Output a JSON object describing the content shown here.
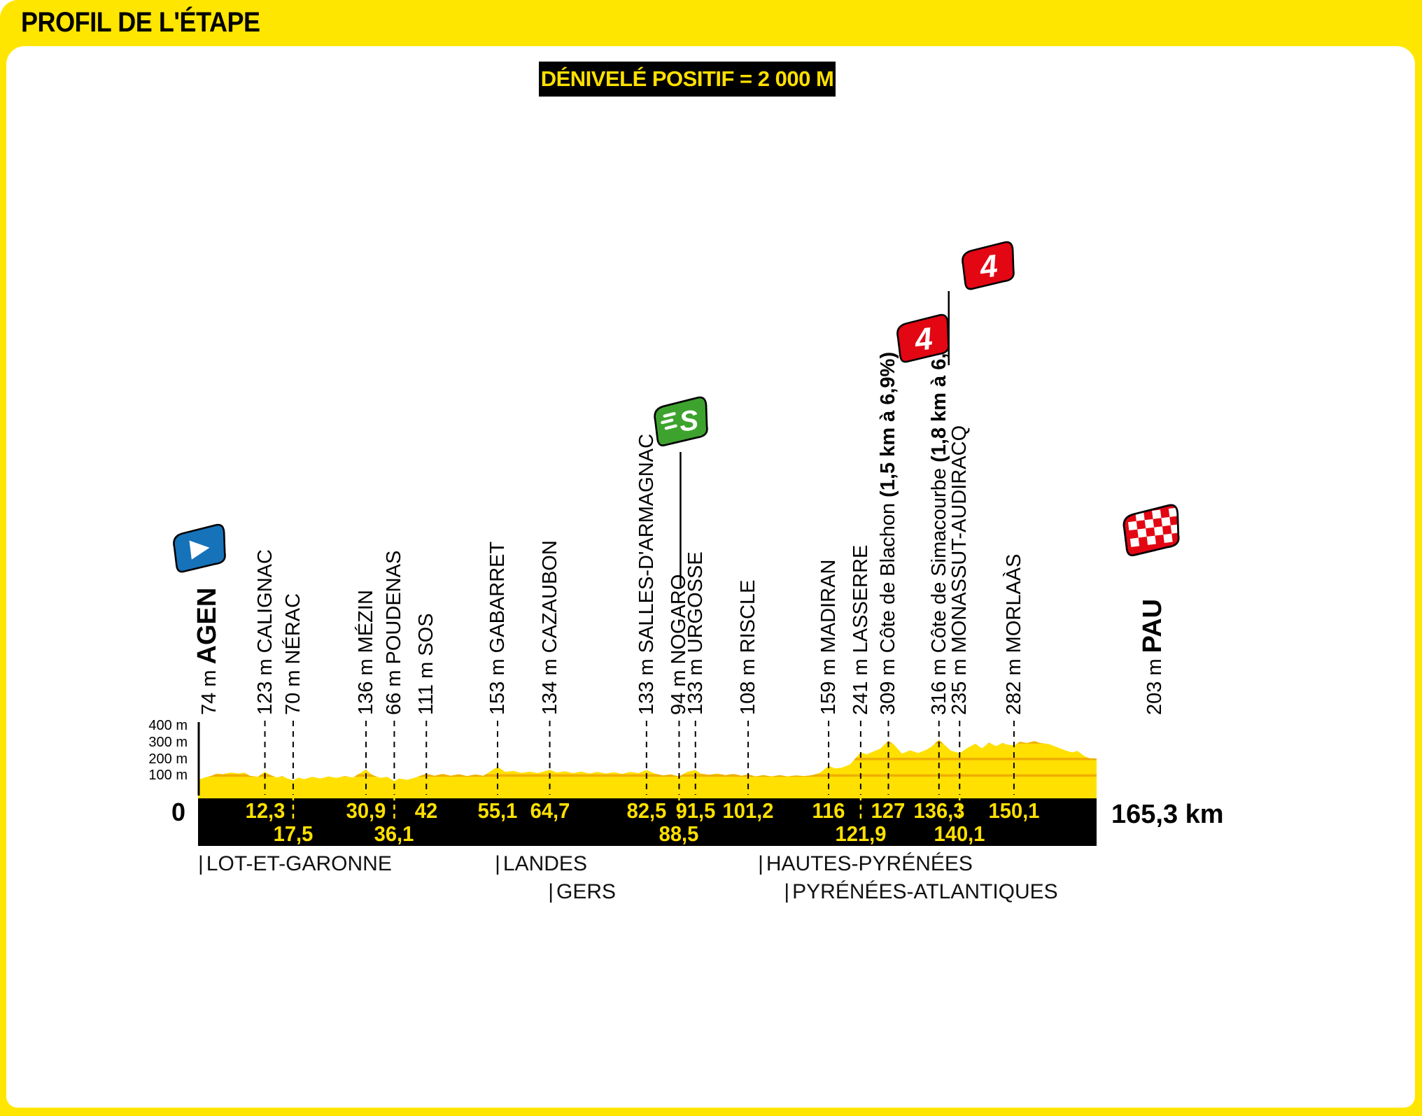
{
  "header": {
    "title": "PROFIL DE L'ÉTAPE"
  },
  "badge": {
    "text": "DÉNIVELÉ POSITIF = 2 000 M"
  },
  "icons": {
    "start_flag": "start-flag-icon (blue pennant with white play triangle)",
    "sprint_flag": "sprint-flag-icon (green pennant with white italic S and speed dashes)",
    "climb_flag": "category-4-climb-flag-icon (red pennant with white 4)",
    "finish_flag": "finish-flag-icon (red and white checkered pennant)"
  },
  "colors": {
    "frame_yellow": "#FFE600",
    "profile_yellow": "#FFE000",
    "grid_orange": "#EFAE00",
    "bar_black": "#000000",
    "km_label_yellow": "#FFE000",
    "climb_red": "#E30613",
    "sprint_green": "#3EA32E",
    "start_blue": "#1672B9"
  },
  "chart_data": {
    "type": "area",
    "title": "Profil de l'étape Agen - Pau",
    "xlabel": "km",
    "ylabel": "m",
    "x_range": [
      0,
      165.3
    ],
    "ylim": [
      0,
      450
    ],
    "start_label": "0",
    "total_distance_label": "165,3 km",
    "y_axis_ticks": [
      "400 m",
      "300 m",
      "200 m",
      "100 m"
    ],
    "y_axis_values": [
      400,
      300,
      200,
      100
    ],
    "grid_values": [
      100,
      200,
      300
    ],
    "waypoints": [
      {
        "km": 0,
        "km_label": "",
        "elev_m": 74,
        "elev_label": "74 m",
        "name": "AGEN",
        "type": "start",
        "bar_row": 0
      },
      {
        "km": 12.3,
        "km_label": "12,3",
        "elev_m": 123,
        "elev_label": "123 m",
        "name": "CALIGNAC",
        "type": "town",
        "bar_row": 1
      },
      {
        "km": 17.5,
        "km_label": "17,5",
        "elev_m": 70,
        "elev_label": "70 m",
        "name": "NÉRAC",
        "type": "town",
        "bar_row": 2
      },
      {
        "km": 30.9,
        "km_label": "30,9",
        "elev_m": 136,
        "elev_label": "136 m",
        "name": "MÉZIN",
        "type": "town",
        "bar_row": 1
      },
      {
        "km": 36.1,
        "km_label": "36,1",
        "elev_m": 66,
        "elev_label": "66 m",
        "name": "POUDENAS",
        "type": "town",
        "bar_row": 2
      },
      {
        "km": 42,
        "km_label": "42",
        "elev_m": 111,
        "elev_label": "111 m",
        "name": "SOS",
        "type": "town",
        "bar_row": 1
      },
      {
        "km": 55.1,
        "km_label": "55,1",
        "elev_m": 153,
        "elev_label": "153 m",
        "name": "GABARRET",
        "type": "town",
        "bar_row": 1
      },
      {
        "km": 64.7,
        "km_label": "64,7",
        "elev_m": 134,
        "elev_label": "134 m",
        "name": "CAZAUBON",
        "type": "town",
        "bar_row": 1
      },
      {
        "km": 82.5,
        "km_label": "82,5",
        "elev_m": 133,
        "elev_label": "133 m",
        "name": "SALLES-D'ARMAGNAC",
        "type": "town",
        "bar_row": 1
      },
      {
        "km": 88.5,
        "km_label": "88,5",
        "elev_m": 94,
        "elev_label": "94 m",
        "name": "NOGARO",
        "type": "sprint",
        "bar_row": 2
      },
      {
        "km": 91.5,
        "km_label": "91,5",
        "elev_m": 133,
        "elev_label": "133 m",
        "name": "URGOSSE",
        "type": "town",
        "bar_row": 1
      },
      {
        "km": 101.2,
        "km_label": "101,2",
        "elev_m": 108,
        "elev_label": "108 m",
        "name": "RISCLE",
        "type": "town",
        "bar_row": 1
      },
      {
        "km": 116,
        "km_label": "116",
        "elev_m": 159,
        "elev_label": "159 m",
        "name": "MADIRAN",
        "type": "town",
        "bar_row": 1
      },
      {
        "km": 121.9,
        "km_label": "121,9",
        "elev_m": 241,
        "elev_label": "241 m",
        "name": "LASSERRE",
        "type": "town",
        "bar_row": 2
      },
      {
        "km": 127,
        "km_label": "127",
        "elev_m": 309,
        "elev_label": "309 m",
        "name": "Côte de Blachon",
        "detail": "(1,5 km à 6,9%)",
        "type": "climb4",
        "bar_row": 1
      },
      {
        "km": 136.3,
        "km_label": "136,3",
        "elev_m": 316,
        "elev_label": "316 m",
        "name": "Côte de Simacourbe",
        "detail": "(1,8 km à 6,4%)",
        "type": "climb4",
        "bar_row": 1
      },
      {
        "km": 140.1,
        "km_label": "140,1",
        "elev_m": 235,
        "elev_label": "235 m",
        "name": "MONASSUT-AUDIRACQ",
        "type": "town",
        "bar_row": 2
      },
      {
        "km": 150.1,
        "km_label": "150,1",
        "elev_m": 282,
        "elev_label": "282 m",
        "name": "MORLAÀS",
        "type": "town",
        "bar_row": 1
      },
      {
        "km": 165.3,
        "km_label": "",
        "elev_m": 203,
        "elev_label": "203 m",
        "name": "PAU",
        "type": "finish",
        "bar_row": 0
      }
    ],
    "departments": [
      {
        "name": "LOT-ET-GARONNE",
        "km_start": 0,
        "row": 1
      },
      {
        "name": "LANDES",
        "km_start": 54.6,
        "row": 1
      },
      {
        "name": "GERS",
        "km_start": 64.4,
        "row": 2
      },
      {
        "name": "HAUTES-PYRÉNÉES",
        "km_start": 103,
        "row": 1
      },
      {
        "name": "PYRÉNÉES-ATLANTIQUES",
        "km_start": 107.8,
        "row": 2
      }
    ],
    "profile": [
      [
        0,
        74
      ],
      [
        1.2,
        88
      ],
      [
        2.5,
        98
      ],
      [
        3.5,
        112
      ],
      [
        4.5,
        108
      ],
      [
        6,
        118
      ],
      [
        7.5,
        112
      ],
      [
        8.5,
        118
      ],
      [
        9.5,
        98
      ],
      [
        11,
        92
      ],
      [
        12.3,
        123
      ],
      [
        13.2,
        104
      ],
      [
        14.5,
        88
      ],
      [
        15.5,
        96
      ],
      [
        16.3,
        84
      ],
      [
        17.5,
        70
      ],
      [
        18.5,
        88
      ],
      [
        19.5,
        78
      ],
      [
        21,
        92
      ],
      [
        22.5,
        82
      ],
      [
        24,
        94
      ],
      [
        25.5,
        86
      ],
      [
        27,
        96
      ],
      [
        28.5,
        88
      ],
      [
        30.9,
        136
      ],
      [
        32,
        104
      ],
      [
        33.5,
        86
      ],
      [
        34.8,
        92
      ],
      [
        36.1,
        66
      ],
      [
        37,
        82
      ],
      [
        38.5,
        74
      ],
      [
        40,
        88
      ],
      [
        42,
        111
      ],
      [
        43.5,
        98
      ],
      [
        45,
        110
      ],
      [
        46.5,
        98
      ],
      [
        48,
        108
      ],
      [
        49.5,
        96
      ],
      [
        51,
        106
      ],
      [
        52.5,
        98
      ],
      [
        55.1,
        153
      ],
      [
        56.5,
        122
      ],
      [
        58,
        128
      ],
      [
        59.5,
        116
      ],
      [
        61,
        124
      ],
      [
        62.5,
        114
      ],
      [
        64.7,
        134
      ],
      [
        66,
        118
      ],
      [
        67.5,
        126
      ],
      [
        69,
        114
      ],
      [
        70.5,
        124
      ],
      [
        72,
        112
      ],
      [
        73.5,
        122
      ],
      [
        75,
        112
      ],
      [
        76.5,
        120
      ],
      [
        78,
        110
      ],
      [
        79.5,
        122
      ],
      [
        81,
        114
      ],
      [
        82.5,
        133
      ],
      [
        84,
        112
      ],
      [
        85.5,
        100
      ],
      [
        87,
        106
      ],
      [
        88.5,
        94
      ],
      [
        90,
        122
      ],
      [
        91.5,
        133
      ],
      [
        92.5,
        112
      ],
      [
        94,
        104
      ],
      [
        95.5,
        112
      ],
      [
        97,
        102
      ],
      [
        98.5,
        110
      ],
      [
        100,
        98
      ],
      [
        101.2,
        108
      ],
      [
        102.5,
        94
      ],
      [
        104,
        102
      ],
      [
        105.5,
        94
      ],
      [
        107,
        102
      ],
      [
        108.5,
        94
      ],
      [
        110,
        100
      ],
      [
        111.5,
        96
      ],
      [
        113,
        102
      ],
      [
        114.5,
        118
      ],
      [
        116,
        159
      ],
      [
        117.2,
        142
      ],
      [
        118.5,
        148
      ],
      [
        120,
        168
      ],
      [
        121.9,
        241
      ],
      [
        123,
        228
      ],
      [
        124.5,
        248
      ],
      [
        125.5,
        262
      ],
      [
        127,
        309
      ],
      [
        128,
        288
      ],
      [
        129.5,
        232
      ],
      [
        131,
        252
      ],
      [
        132.5,
        236
      ],
      [
        134,
        256
      ],
      [
        135,
        276
      ],
      [
        136.3,
        316
      ],
      [
        137.3,
        286
      ],
      [
        138.5,
        250
      ],
      [
        140.1,
        235
      ],
      [
        141.5,
        266
      ],
      [
        143,
        292
      ],
      [
        144.2,
        264
      ],
      [
        145.5,
        298
      ],
      [
        146.8,
        278
      ],
      [
        148,
        296
      ],
      [
        149,
        286
      ],
      [
        150.1,
        282
      ],
      [
        151.2,
        304
      ],
      [
        152.5,
        296
      ],
      [
        153.8,
        308
      ],
      [
        155,
        296
      ],
      [
        156.5,
        290
      ],
      [
        158,
        272
      ],
      [
        159.5,
        252
      ],
      [
        160.8,
        240
      ],
      [
        161.8,
        248
      ],
      [
        163,
        218
      ],
      [
        164,
        204
      ],
      [
        165.3,
        203
      ]
    ]
  }
}
